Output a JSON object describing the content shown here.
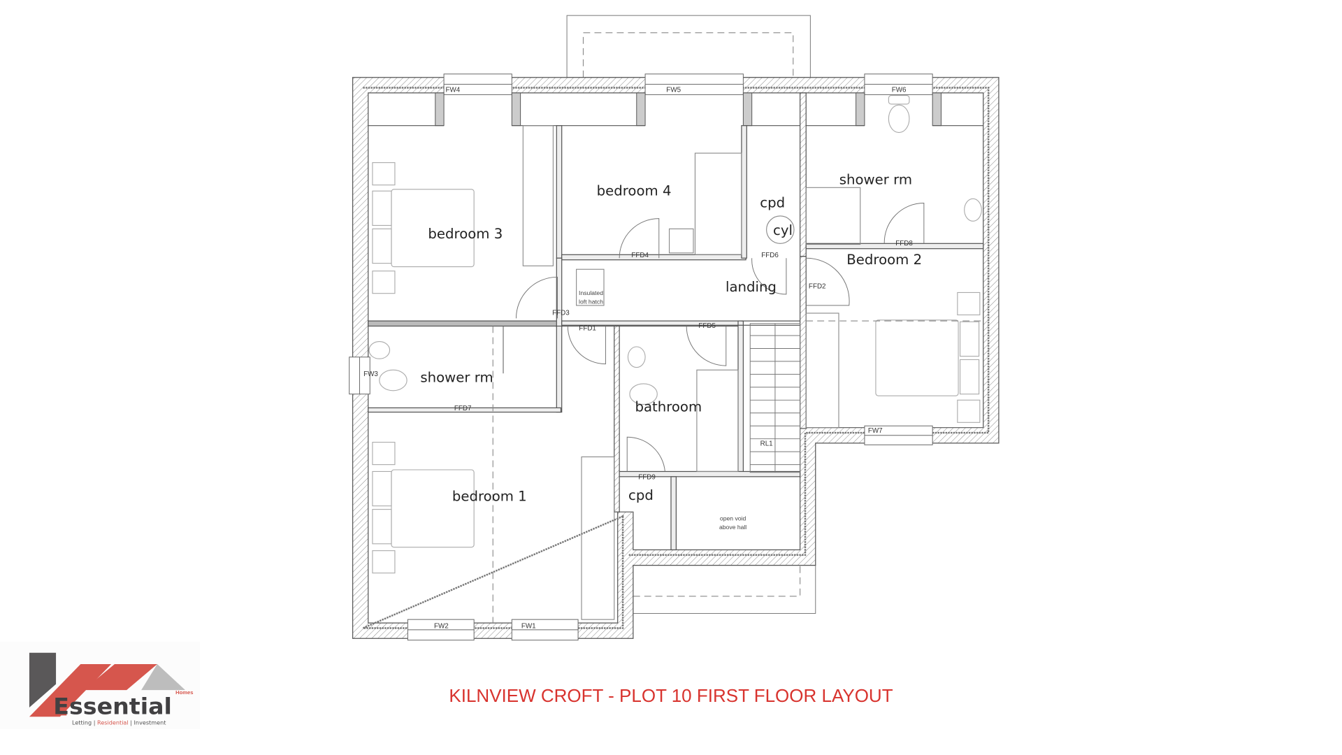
{
  "title": "KILNVIEW CROFT - PLOT 10 FIRST FLOOR LAYOUT",
  "colors": {
    "title": "#d8332e",
    "logo_red": "#d6564d",
    "logo_grey": "#5a5859",
    "logo_light_grey": "#bdbdbd"
  },
  "logo": {
    "brand": "Essential",
    "sub": "Homes",
    "tag_1": "Letting",
    "tag_2": "Residential",
    "tag_3": "Investment",
    "separator": "|"
  },
  "rooms": {
    "bedroom1": "bedroom 1",
    "bedroom2": "Bedroom 2",
    "bedroom3": "bedroom 3",
    "bedroom4": "bedroom 4",
    "shower_rm_1": "shower rm",
    "shower_rm_2": "shower rm",
    "bathroom": "bathroom",
    "landing": "landing",
    "cpd_1": "cpd",
    "cpd_2": "cpd",
    "cyl": "cyl",
    "void_1": "open void",
    "void_2": "above hall",
    "hatch_1": "Insulated",
    "hatch_2": "loft hatch"
  },
  "windows": [
    "FW1",
    "FW2",
    "FW3",
    "FW4",
    "FW5",
    "FW6",
    "FW7"
  ],
  "doors": [
    "FFD1",
    "FFD2",
    "FFD3",
    "FFD4",
    "FFD5",
    "FFD6",
    "FFD7",
    "FFD8",
    "FFD9"
  ],
  "stairs": "RL1"
}
